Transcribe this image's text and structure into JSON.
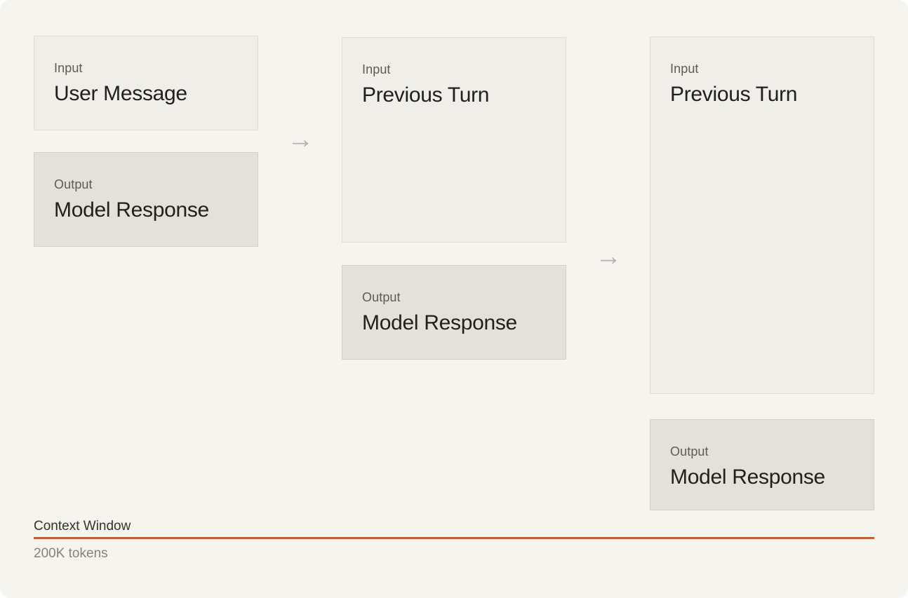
{
  "diagram": {
    "turns": [
      {
        "input": {
          "label": "Input",
          "title": "User Message"
        },
        "output": {
          "label": "Output",
          "title": "Model Response"
        }
      },
      {
        "input": {
          "label": "Input",
          "title": "Previous Turn"
        },
        "output": {
          "label": "Output",
          "title": "Model Response"
        }
      },
      {
        "input": {
          "label": "Input",
          "title": "Previous Turn"
        },
        "output": {
          "label": "Output",
          "title": "Model Response"
        }
      }
    ],
    "icons": {
      "arrow_right": "→"
    },
    "context_window": {
      "label": "Context Window",
      "value": "200K tokens"
    },
    "colors": {
      "background": "#f5f4ef",
      "input_box_fill": "#efeee8",
      "input_box_border": "#dedcd3",
      "output_box_fill": "#e3e1d9",
      "output_box_border": "#d2d0c7",
      "title_text": "#21201c",
      "label_text": "#5d5b55",
      "arrow": "#b3b1ac",
      "context_line_accent": "#d95a18",
      "context_value_text": "#85827a"
    }
  }
}
